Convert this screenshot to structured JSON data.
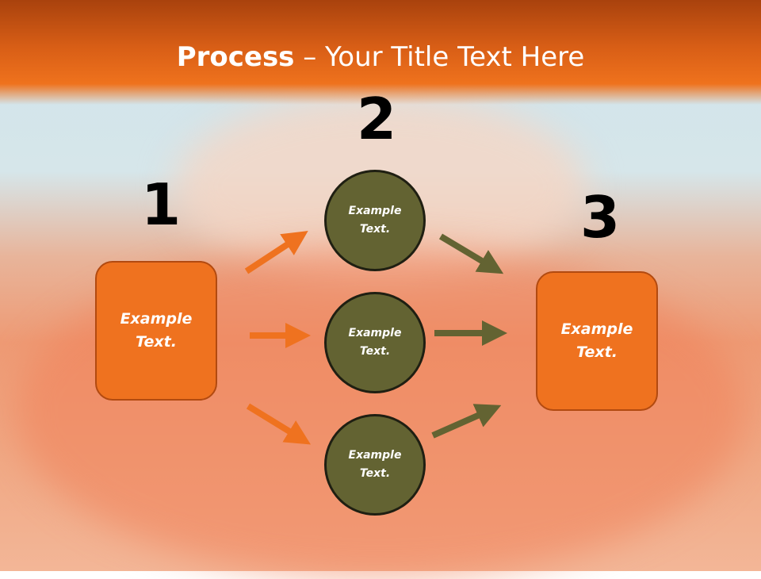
{
  "title": {
    "bold": "Process",
    "rest": " – Your Title Text Here"
  },
  "steps": [
    {
      "number": "1",
      "text": "Example Text."
    },
    {
      "number": "2",
      "circles": [
        "Example Text.",
        "Example Text.",
        "Example Text."
      ]
    },
    {
      "number": "3",
      "text": "Example Text."
    }
  ],
  "colors": {
    "orange": "#ef721f",
    "olive": "#636332",
    "header": "#d85e16"
  }
}
